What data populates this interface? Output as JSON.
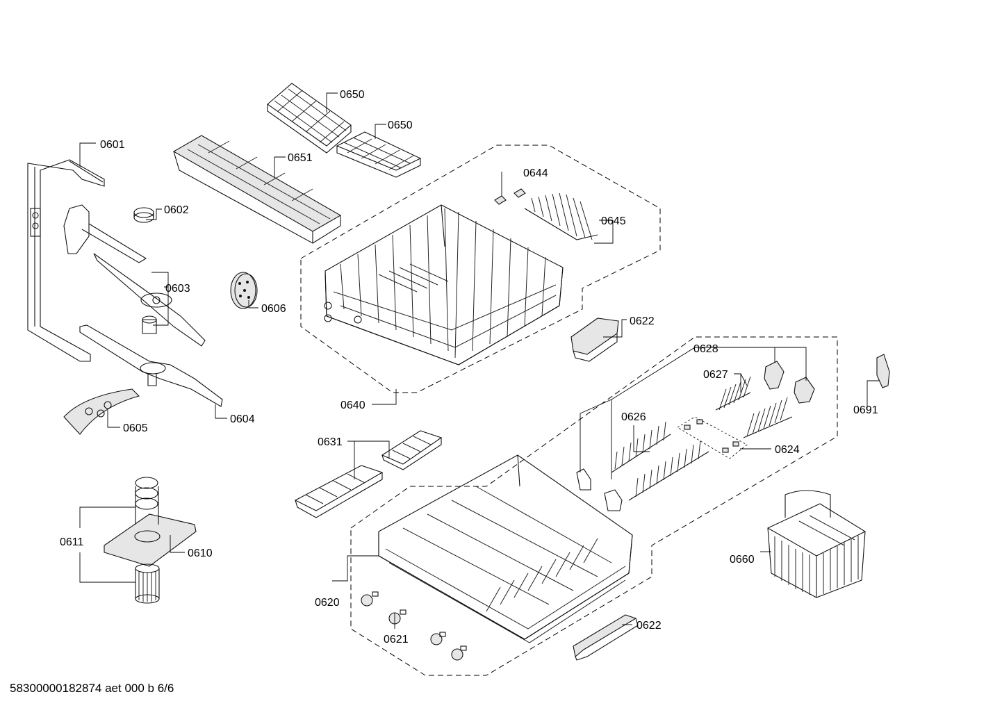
{
  "diagram": {
    "labels": {
      "p0601": "0601",
      "p0602": "0602",
      "p0603": "0603",
      "p0604": "0604",
      "p0605": "0605",
      "p0606": "0606",
      "p0610": "0610",
      "p0611": "0611",
      "p0620": "0620",
      "p0621": "0621",
      "p0622a": "0622",
      "p0622b": "0622",
      "p0624": "0624",
      "p0626": "0626",
      "p0627": "0627",
      "p0628": "0628",
      "p0631": "0631",
      "p0640": "0640",
      "p0644": "0644",
      "p0645": "0645",
      "p0650a": "0650",
      "p0650b": "0650",
      "p0651": "0651",
      "p0660": "0660",
      "p0691": "0691"
    },
    "footer": "58300000182874 aet 000 b 6/6"
  }
}
